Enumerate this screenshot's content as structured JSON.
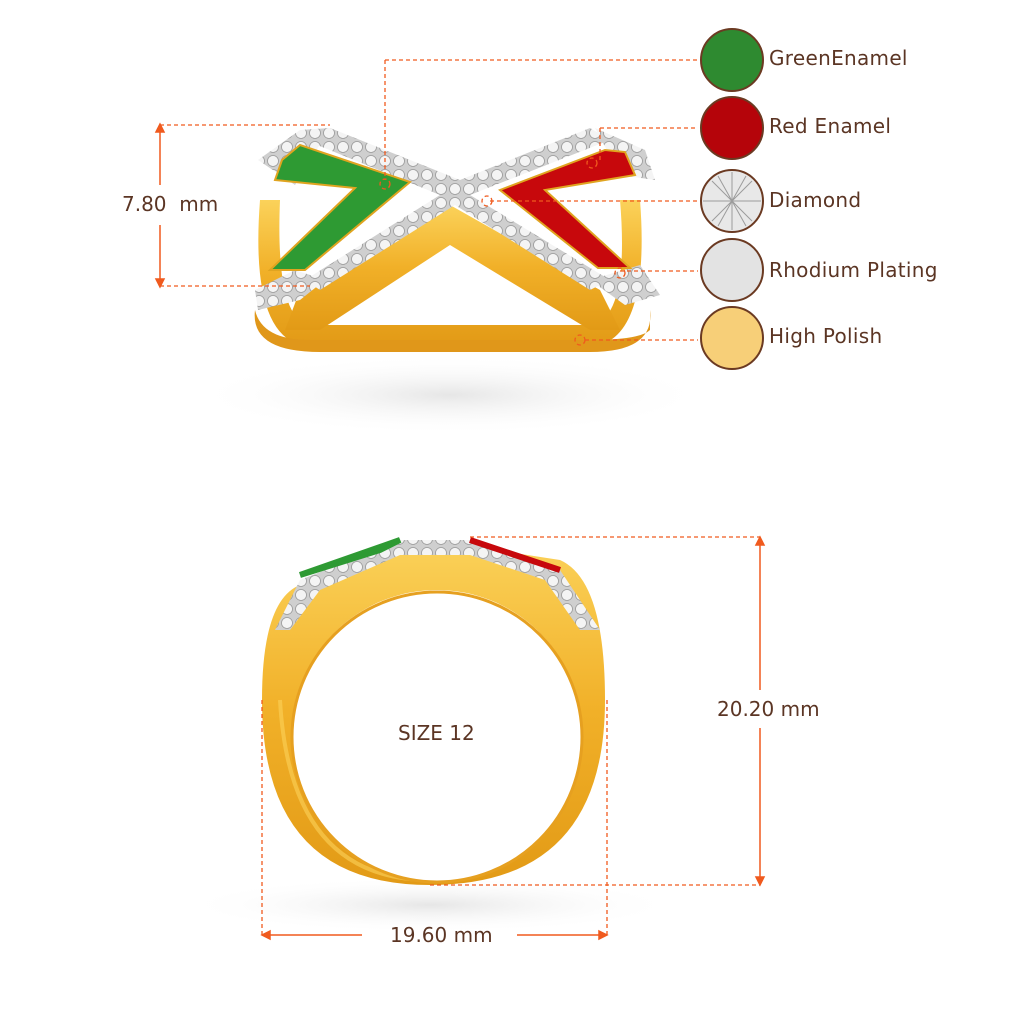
{
  "legend": [
    {
      "label": "GreenEnamel",
      "color": "#2e8a30"
    },
    {
      "label": "Red Enamel",
      "color": "#b5040a"
    },
    {
      "label": "Diamond",
      "color": "#d9d9d9"
    },
    {
      "label": "Rhodium Plating",
      "color": "#e3e3e3"
    },
    {
      "label": "High Polish",
      "color": "#f7cf78"
    }
  ],
  "dimensions": {
    "height_top": "7.80  mm",
    "ring_height": "20.20 mm",
    "ring_width": "19.60 mm",
    "size": "SIZE 12"
  },
  "colors": {
    "dimension_line": "#f05a1e",
    "text": "#5b3524",
    "gold": "#f3b32a",
    "gold_light": "#f8cd5a"
  }
}
